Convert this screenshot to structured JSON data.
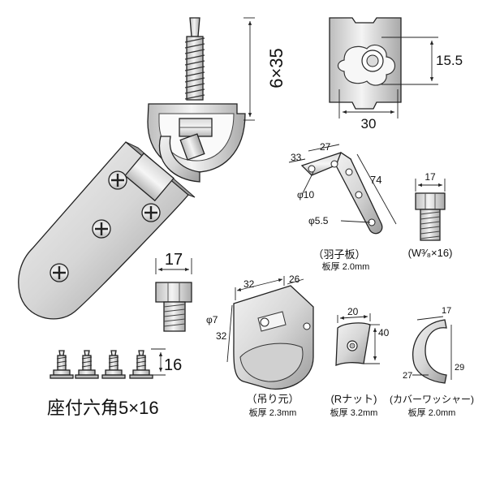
{
  "labels": {
    "screw_dim": "6×35",
    "plate_height": "15.5",
    "plate_width": "30",
    "angle_top_w": "27",
    "angle_left_w": "33",
    "angle_len": "74",
    "angle_hole1": "φ10",
    "angle_hole2": "φ5.5",
    "angle_name": "（羽子板）",
    "angle_thickness": "板厚 2.0mm",
    "bolt_small_w": "17",
    "bolt_small_name": "(W³⁄₈×16)",
    "bolt_big_w": "17",
    "hanger_w": "32",
    "hanger_d": "26",
    "hanger_hole": "φ7",
    "hanger_h": "32",
    "hanger_name": "（吊り元）",
    "hanger_thickness": "板厚 2.3mm",
    "rnut_w": "20",
    "rnut_h": "40",
    "rnut_name": "(Rナット)",
    "rnut_thickness": "板厚 3.2mm",
    "washer_top": "17",
    "washer_right": "29",
    "washer_left": "27",
    "washer_name": "(カバーワッシャー)",
    "washer_thickness": "板厚 2.0mm",
    "screws_len": "16",
    "screws_name": "座付六角5×16"
  },
  "colors": {
    "metal_light": "#eeeeee",
    "metal_mid": "#c8c8c8",
    "metal_dark": "#8a8a8a",
    "line": "#222222"
  }
}
